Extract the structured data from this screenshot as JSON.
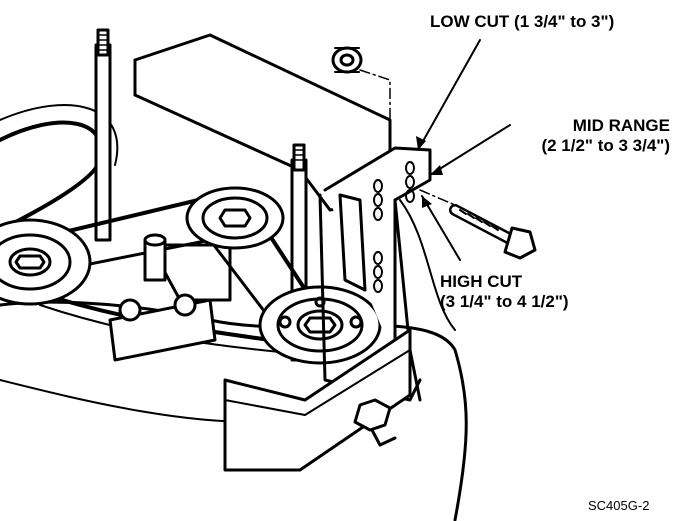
{
  "callouts": {
    "low_cut": {
      "line1": "LOW CUT (1 3/4\" to 3\")"
    },
    "mid_range": {
      "line1": "MID RANGE",
      "line2": "(2 1/2\" to 3 3/4\")"
    },
    "high_cut": {
      "line1": "HIGH CUT",
      "line2": "(3 1/4\" to 4 1/2\")"
    }
  },
  "figure_code": "SC405G-2",
  "colors": {
    "ink": "#000000",
    "paper": "#ffffff",
    "shade": "#d9d9d9"
  }
}
